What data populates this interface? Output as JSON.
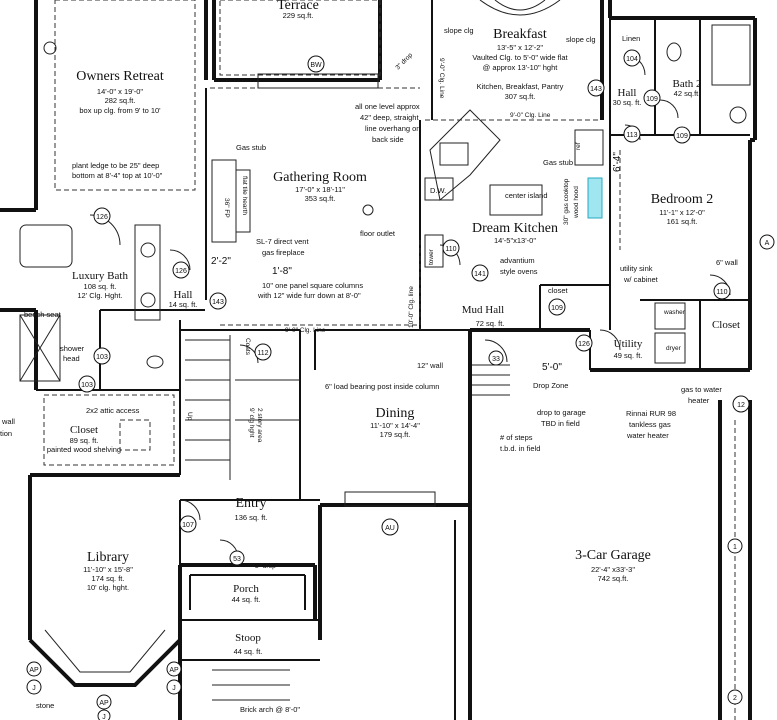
{
  "rooms": {
    "terrace": {
      "title": "Terrace",
      "area": "229 sq.ft."
    },
    "owners_retreat": {
      "title": "Owners Retreat",
      "size": "14'-0\" x 19'-0\"",
      "area": "282 sq.ft.",
      "note": "box up clg. from 9' to 10'"
    },
    "breakfast": {
      "title": "Breakfast",
      "size": "13'-5\" x 12'-2\"",
      "note1": "Vaulted Clg. to 5'-0\" wide flat",
      "note2": "@ approx 13'-10\" hght",
      "note3": "Kitchen, Breakfast, Pantry",
      "area2": "307 sq.ft."
    },
    "gathering": {
      "title": "Gathering Room",
      "size": "17'-0\" x 18'-11\"",
      "area": "353 sq.ft."
    },
    "dream_kitchen": {
      "title": "Dream Kitchen",
      "size": "14'-5\"x13'-0\""
    },
    "bedroom2": {
      "title": "Bedroom 2",
      "size": "11'-1\" x 12'-0\"",
      "area": "161 sq.ft."
    },
    "hall_top": {
      "title": "Hall",
      "area": "30 sq. ft."
    },
    "bath2": {
      "title": "Bath 2",
      "area": "42 sq.ft."
    },
    "luxury_bath": {
      "title": "Luxury Bath",
      "area": "108 sq. ft.",
      "note": "12' Clg. Hght."
    },
    "hall_left": {
      "title": "Hall",
      "area": "14 sq. ft."
    },
    "mud_hall": {
      "title": "Mud Hall",
      "area": "72 sq. ft."
    },
    "utility": {
      "title": "Utility",
      "area": "49 sq. ft."
    },
    "closet": {
      "title": "Closet",
      "area": "89 sq. ft.",
      "note": "painted wood shelving"
    },
    "dining": {
      "title": "Dining",
      "size": "11'-10\" x 14'-4\"",
      "area": "179 sq.ft."
    },
    "entry": {
      "title": "Entry",
      "area": "136 sq. ft."
    },
    "library": {
      "title": "Library",
      "size": "11'-10\" x 15'-8\"",
      "area": "174 sq. ft.",
      "note": "10' clg. hght."
    },
    "porch": {
      "title": "Porch",
      "area": "44 sq. ft."
    },
    "stoop": {
      "title": "Stoop",
      "area": "44 sq. ft."
    },
    "garage": {
      "title": "3-Car Garage",
      "size": "22'-4\" x33'-3\"",
      "area": "742 sq.ft."
    }
  },
  "annotations": {
    "slope_clg_a": "slope clg",
    "slope_clg_b": "slope clg",
    "linen": "Linen",
    "drop": "3\" drop",
    "clg_line_vertical": "9'-0\" Clg. Line",
    "clg_line_kitchen": "9'-0\" Clg. Line",
    "all_one_level": "all one level approx",
    "deep_straight": "42\" deep, straight",
    "overhang": "line overhang on",
    "back_side": "back side",
    "gas_stub": "Gas stub",
    "gas_stub_kitchen": "Gas stub",
    "flat_tile_hearth": "flat tile hearth",
    "bifp": "36\" FP",
    "sl7": "SL-7 direct vent",
    "gas_fireplace": "gas fireplace",
    "floor_outlet": "floor outlet",
    "dw": "D.W.",
    "center_island": "center island",
    "ref": "ref",
    "cooktop": "30\" gas cooktop",
    "wood_hood": "wood hood",
    "dim_64": "6'-4\"",
    "plant_ledge1": "plant ledge to be 25\" deep",
    "plant_ledge2": "bottom at 8'-4\" top at 10'-0\"",
    "dim_22": "2'-2\"",
    "dim_18": "1'-8\"",
    "square_columns1": "10\" one panel square columns",
    "square_columns2": "with 12\" wide furr down at 8'-0\"",
    "clg_line_dining": "9'-0\" Clg. Line",
    "clg_line_dining_v": "10'-0\" Clg. line",
    "advantium1": "advantium",
    "advantium2": "style ovens",
    "tower": "tower",
    "closet_mud": "closet",
    "utility_sink1": "utility sink",
    "utility_sink2": "w/ cabinet",
    "wall_6": "6\" wall",
    "closet_bed": "Closet",
    "bench_seat": "bench seat",
    "shower_head1": "shower",
    "shower_head2": "head",
    "coats": "Coats",
    "wall_12": "12\" wall",
    "load_post": "6\" load bearing post inside column",
    "dim_50": "5'-0\"",
    "drop_zone": "Drop Zone",
    "gas_water1": "gas to water",
    "gas_water2": "heater",
    "rinnai1": "Rinnai RUR 98",
    "rinnai2": "tankless gas",
    "rinnai3": "water heater",
    "drop_garage1": "drop to garage",
    "drop_garage2": "TBD in field",
    "steps1": "# of steps",
    "steps2": "t.b.d. in field",
    "attic_access": "2x2 attic access",
    "clg_hght1": "9' clg hght",
    "clg_hght2": "2 story area",
    "up": "Up",
    "drop_small": "3\" drop",
    "stone": "stone",
    "brick_arch": "Brick arch @ 8'-0\"",
    "wall_left": "wall",
    "tion": "tion",
    "washer1": "washer",
    "washer2": "dryer"
  },
  "tags": {
    "t126a": "126",
    "t126b": "126",
    "t126c": "126",
    "t104": "104",
    "t109a": "109",
    "t109b": "109",
    "t109c": "109",
    "t113": "113",
    "t143a": "143",
    "t143b": "143",
    "t110a": "110",
    "t110b": "110",
    "t141": "141",
    "t112": "112",
    "t103a": "103",
    "t103b": "103",
    "t107": "107",
    "t53": "53",
    "t33": "33",
    "t12": "12",
    "t1": "1",
    "t2": "2",
    "bw": "BW",
    "au": "AU",
    "ap1": "AP",
    "ap2": "AP",
    "ap3": "AP",
    "j1": "J",
    "j2": "J",
    "j3": "J",
    "a": "A"
  }
}
